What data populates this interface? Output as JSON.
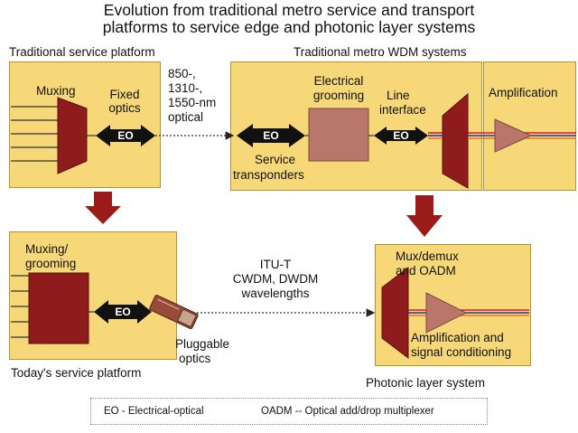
{
  "title_line1": "Evolution from traditional metro service and transport",
  "title_line2": "platforms to service edge and photonic layer systems",
  "traditional_service_platform": {
    "caption": "Traditional service platform",
    "muxing": "Muxing",
    "fixed_optics_l1": "Fixed",
    "fixed_optics_l2": "optics",
    "eo": "EO"
  },
  "wavelength_label": {
    "l1": "850-,",
    "l2": "1310-,",
    "l3": "1550-nm",
    "l4": "optical"
  },
  "traditional_wdm": {
    "caption": "Traditional metro WDM systems",
    "eo": "EO",
    "electrical_grooming_l1": "Electrical",
    "electrical_grooming_l2": "grooming",
    "line_interface_l1": "Line",
    "line_interface_l2": "interface",
    "line_eo": "EO",
    "amplification": "Amplification",
    "service_transponders_l1": "Service",
    "service_transponders_l2": "transponders"
  },
  "todays_platform": {
    "muxing_l1": "Muxing/",
    "muxing_l2": "grooming",
    "eo": "EO",
    "pluggable_l1": "Pluggable",
    "pluggable_l2": "optics",
    "caption": "Today's service platform"
  },
  "itu_label": {
    "l1": "ITU-T",
    "l2": "CWDM, DWDM",
    "l3": "wavelengths"
  },
  "photonic": {
    "mux_l1": "Mux/demux",
    "mux_l2": "and OADM",
    "amp_l1": "Amplification and",
    "amp_l2": "signal conditioning",
    "caption": "Photonic layer system"
  },
  "legend": {
    "eo_def": "EO - Electrical-optical",
    "oadm_def": "OADM -- Optical add/drop multiplexer"
  },
  "colors": {
    "box_fill": "#f6d878",
    "mux_red": "#8e1c1c",
    "grooming_fill": "#b8776a",
    "amp_fill": "#b8776a",
    "big_arrow": "#9b1b1b",
    "fiber_red": "#d42020",
    "fiber_blue": "#2030c8"
  }
}
